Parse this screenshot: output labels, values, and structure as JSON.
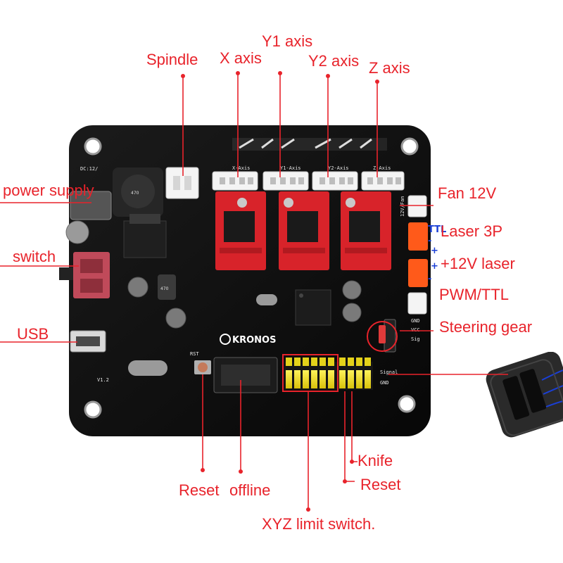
{
  "labels": {
    "spindle": "Spindle",
    "x_axis": "X axis",
    "y1_axis": "Y1 axis",
    "y2_axis": "Y2 axis",
    "z_axis": "Z axis",
    "power_supply": "power supply",
    "switch": "switch",
    "usb": "USB",
    "fan_12v": "Fan 12V",
    "laser_3p": "Laser 3P",
    "laser_12v": "+12V laser",
    "pwm_ttl": "PWM/TTL",
    "steering_gear": "Steering gear",
    "knife": "Knife",
    "reset_right": "Reset",
    "reset_left": "Reset",
    "offline": "offline",
    "xyz_limit": "XYZ limit switch."
  },
  "board": {
    "brand": "KRONOS",
    "version": "V1.2",
    "axis_silk": [
      "X-Axis",
      "Y1-Axis",
      "Y2-Axis",
      "Z-Axis"
    ],
    "dc_silk": "DC:12/",
    "fan_silk": "12V/Fan",
    "servo_silk": [
      "GND",
      "VCC",
      "Sig"
    ],
    "signal_silk": "Signal",
    "gnd_silk": "GND",
    "rst_silk": "RST",
    "ttl_silk": "TTL",
    "plus_sign": "+",
    "minus_sign": "-",
    "inductor_value": "470",
    "cap_value": "470"
  },
  "colors": {
    "accent": "#e8232b",
    "board": "#111111",
    "driver": "#d8232a",
    "header": "#f2e21b",
    "connector": "#f4f4f4",
    "orange_connector": "#ff5a1a",
    "polarity": "#1a3fd6"
  }
}
